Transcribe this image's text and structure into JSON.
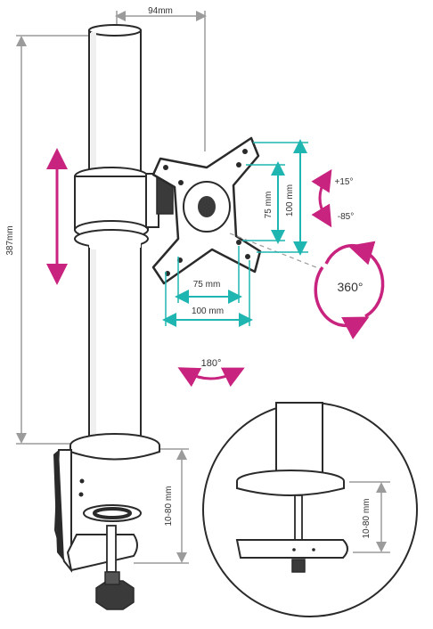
{
  "colors": {
    "grey_dim": "#9b9b9b",
    "teal": "#1fb5b0",
    "magenta": "#c8237e",
    "metal": "#2a2a2a",
    "fill": "#ffffff"
  },
  "dims": {
    "top_width": "94mm",
    "height": "387mm",
    "clamp_range": "10-80 mm",
    "detail_clamp_range": "10-80 mm"
  },
  "vesa": {
    "h75": "75 mm",
    "h100": "100 mm",
    "v75": "75 mm",
    "v100": "100 mm"
  },
  "rotation": {
    "tilt_up": "+15°",
    "tilt_down": "-85°",
    "rotate": "360°",
    "swivel": "180°"
  }
}
